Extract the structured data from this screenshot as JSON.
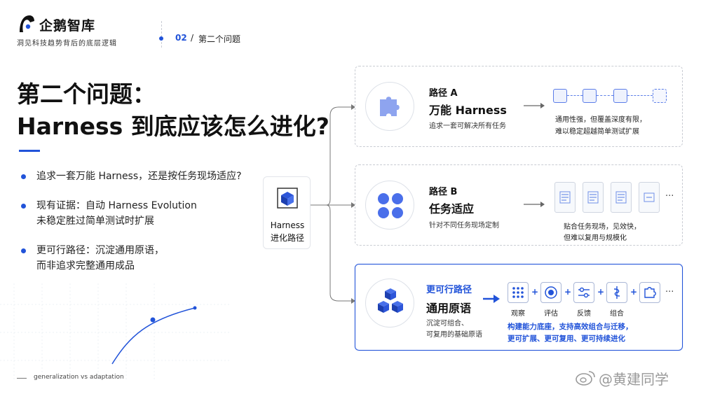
{
  "header": {
    "brand": "企鹅智库",
    "tagline": "洞见科技趋势背后的底层逻辑",
    "page_number": "02",
    "page_separator": "/",
    "page_title": "第二个问题"
  },
  "main": {
    "title_line1": "第二个问题：",
    "title_line2": "Harness 到底应该怎么进化?",
    "bullets": [
      {
        "line1": "追求一套万能 Harness，还是按任务现场适应?",
        "line2": ""
      },
      {
        "line1": "现有证据：自动 Harness Evolution",
        "line2": "未稳定胜过简单测试时扩展"
      },
      {
        "line1": "更可行路径：沉淀通用原语，",
        "line2": "而非追求完整通用成品"
      }
    ]
  },
  "hub": {
    "line1": "Harness",
    "line2": "进化路径"
  },
  "paths": [
    {
      "tag": "路径 A",
      "title": "万能 Harness",
      "desc": "追求一套可解决所有任务",
      "note_line1": "通用性强，但覆盖深度有限，",
      "note_line2": "难以稳定超越简单测试扩展"
    },
    {
      "tag": "路径 B",
      "title": "任务适应",
      "desc": "针对不同任务现场定制",
      "note_line1": "贴合任务现场，见效快，",
      "note_line2": "但难以复用与规模化",
      "ellipsis": "···"
    },
    {
      "tag": "更可行路径",
      "title": "通用原语",
      "desc_line1": "沉淀可组合、",
      "desc_line2": "可复用的基础原语",
      "primitives": [
        "观察",
        "评估",
        "反馈",
        "组合"
      ],
      "ellipsis": "···",
      "note_line1": "构建能力底座，支持高效组合与迁移，",
      "note_line2": "更可扩展、更可复用、更可持续进化"
    }
  ],
  "footer": {
    "caption": "generalization vs adaptation",
    "watermark": "@黄建同学"
  },
  "colors": {
    "accent": "#2153d9",
    "accent_light": "#5b7de8",
    "border": "#c9ccd3"
  }
}
